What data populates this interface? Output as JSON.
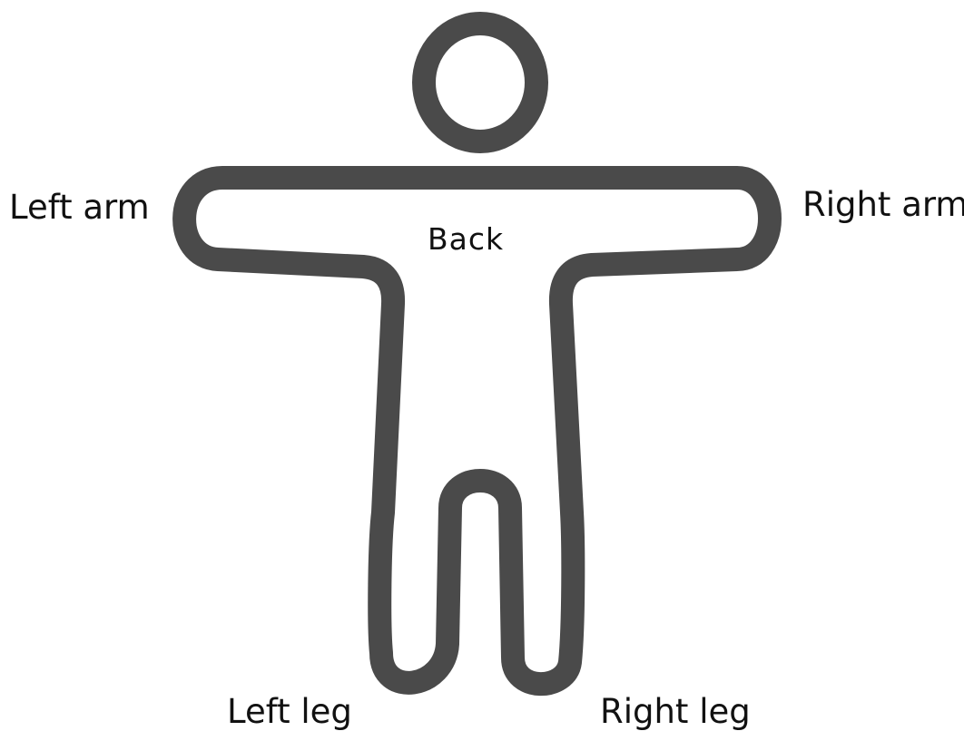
{
  "diagram": {
    "title": "",
    "labels": {
      "left_arm": "Left arm",
      "right_arm": "Right arm",
      "back": "Back",
      "left_leg": "Left leg",
      "right_leg": "Right leg"
    },
    "outline_color": "#4a4a4a",
    "background_color": "#ffffff"
  }
}
